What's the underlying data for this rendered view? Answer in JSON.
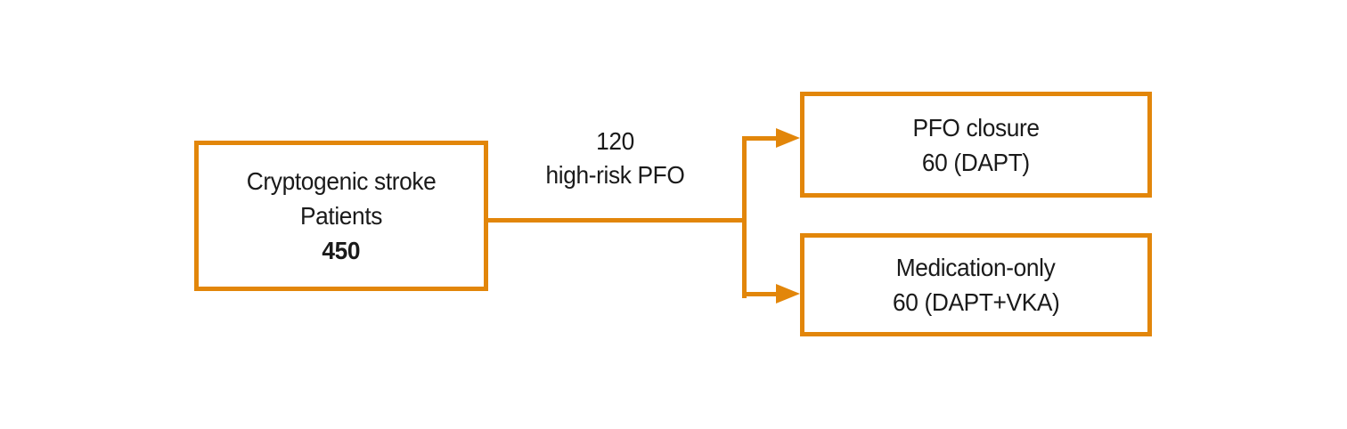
{
  "diagram": {
    "accent_color": "#E2860A",
    "source_box": {
      "line1": "Cryptogenic stroke",
      "line2": "Patients",
      "count": "450"
    },
    "branch_label": {
      "line1": "120",
      "line2": "high-risk PFO"
    },
    "outcome_top": {
      "line1": "PFO closure",
      "line2": "60 (DAPT)"
    },
    "outcome_bottom": {
      "line1": "Medication-only",
      "line2": "60 (DAPT+VKA)"
    }
  }
}
